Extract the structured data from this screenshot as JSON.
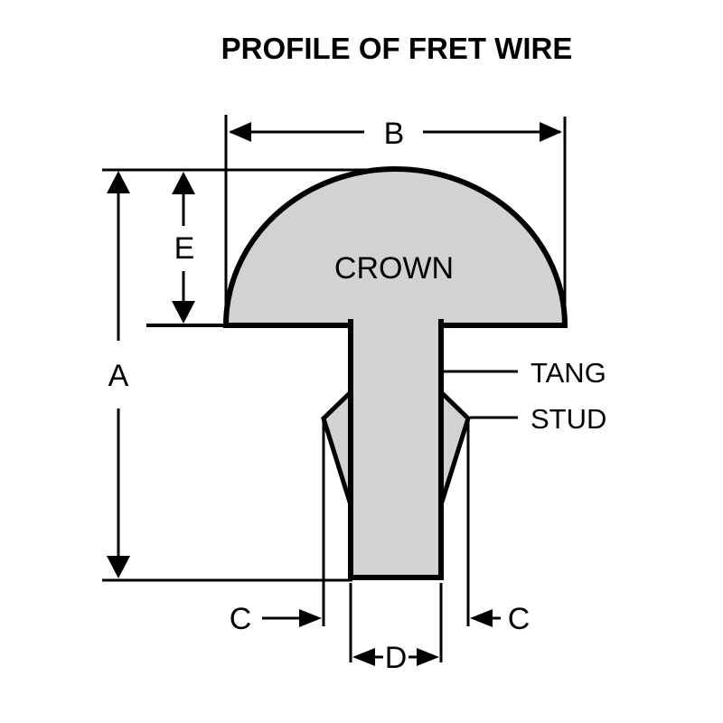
{
  "title": "PROFILE OF FRET WIRE",
  "colors": {
    "metal_fill": "#d2d2d2",
    "line": "#000000",
    "background": "#ffffff"
  },
  "part_labels": {
    "crown": "CROWN",
    "tang": "TANG",
    "stud": "STUD"
  },
  "dimension_labels": {
    "a": "A",
    "b": "B",
    "c_left": "C",
    "c_right": "C",
    "d": "D",
    "e": "E"
  }
}
